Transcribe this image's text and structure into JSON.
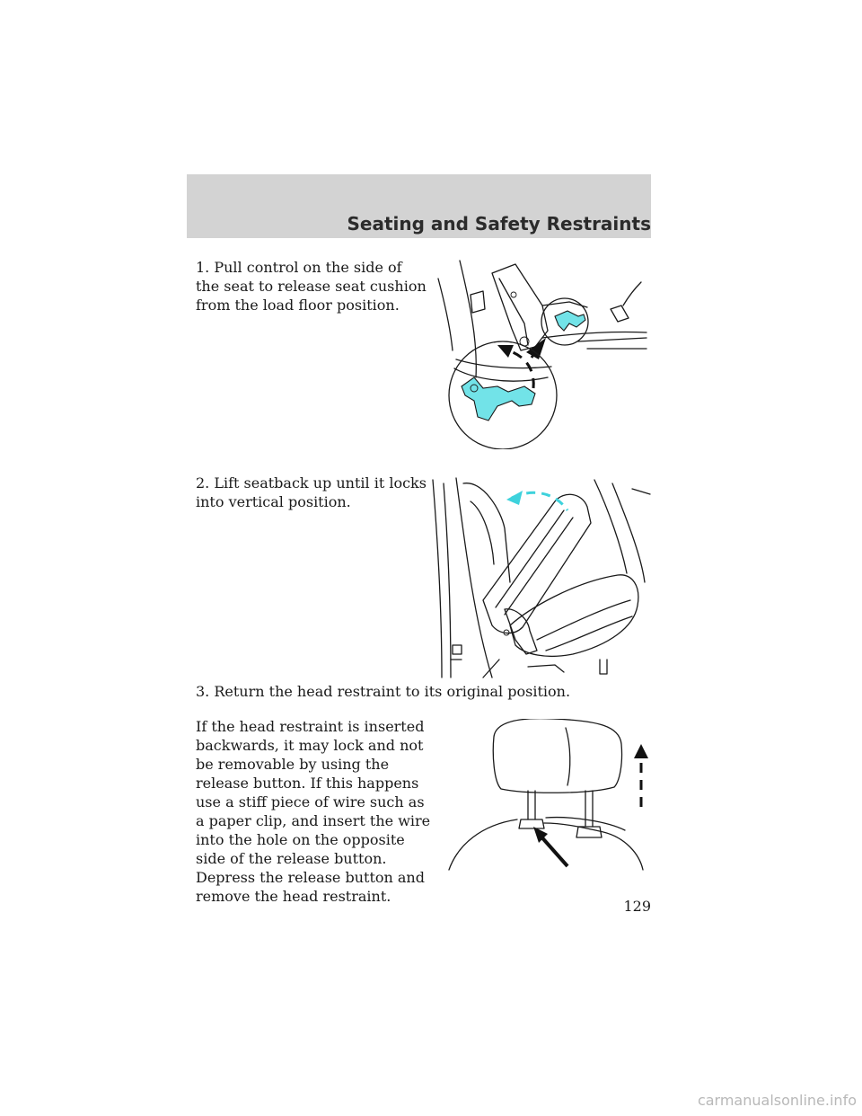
{
  "header": {
    "title": "Seating and Safety Restraints"
  },
  "steps": [
    {
      "text": "1. Pull control on the side of the seat to release seat cushion from the load floor position."
    },
    {
      "text": "2. Lift seatback up until it locks into vertical position."
    },
    {
      "text": "3. Return the head restraint to its original position."
    }
  ],
  "note": {
    "text": "If the head restraint is inserted backwards, it may lock and not be removable by using the release button. If this happens use a stiff piece of wire such as a paper clip, and insert the wire into the hole on the opposite side of the release button. Depress the release button and remove the head restraint."
  },
  "page": {
    "number": "129"
  },
  "watermark": {
    "text": "carmanualsonline.info"
  },
  "colors": {
    "header_band": "#d3d3d3",
    "highlight": "#72e3e8"
  },
  "figures": [
    {
      "icon": "seat-release-lever-illustration"
    },
    {
      "icon": "seatback-lift-illustration"
    },
    {
      "icon": "head-restraint-illustration"
    }
  ]
}
